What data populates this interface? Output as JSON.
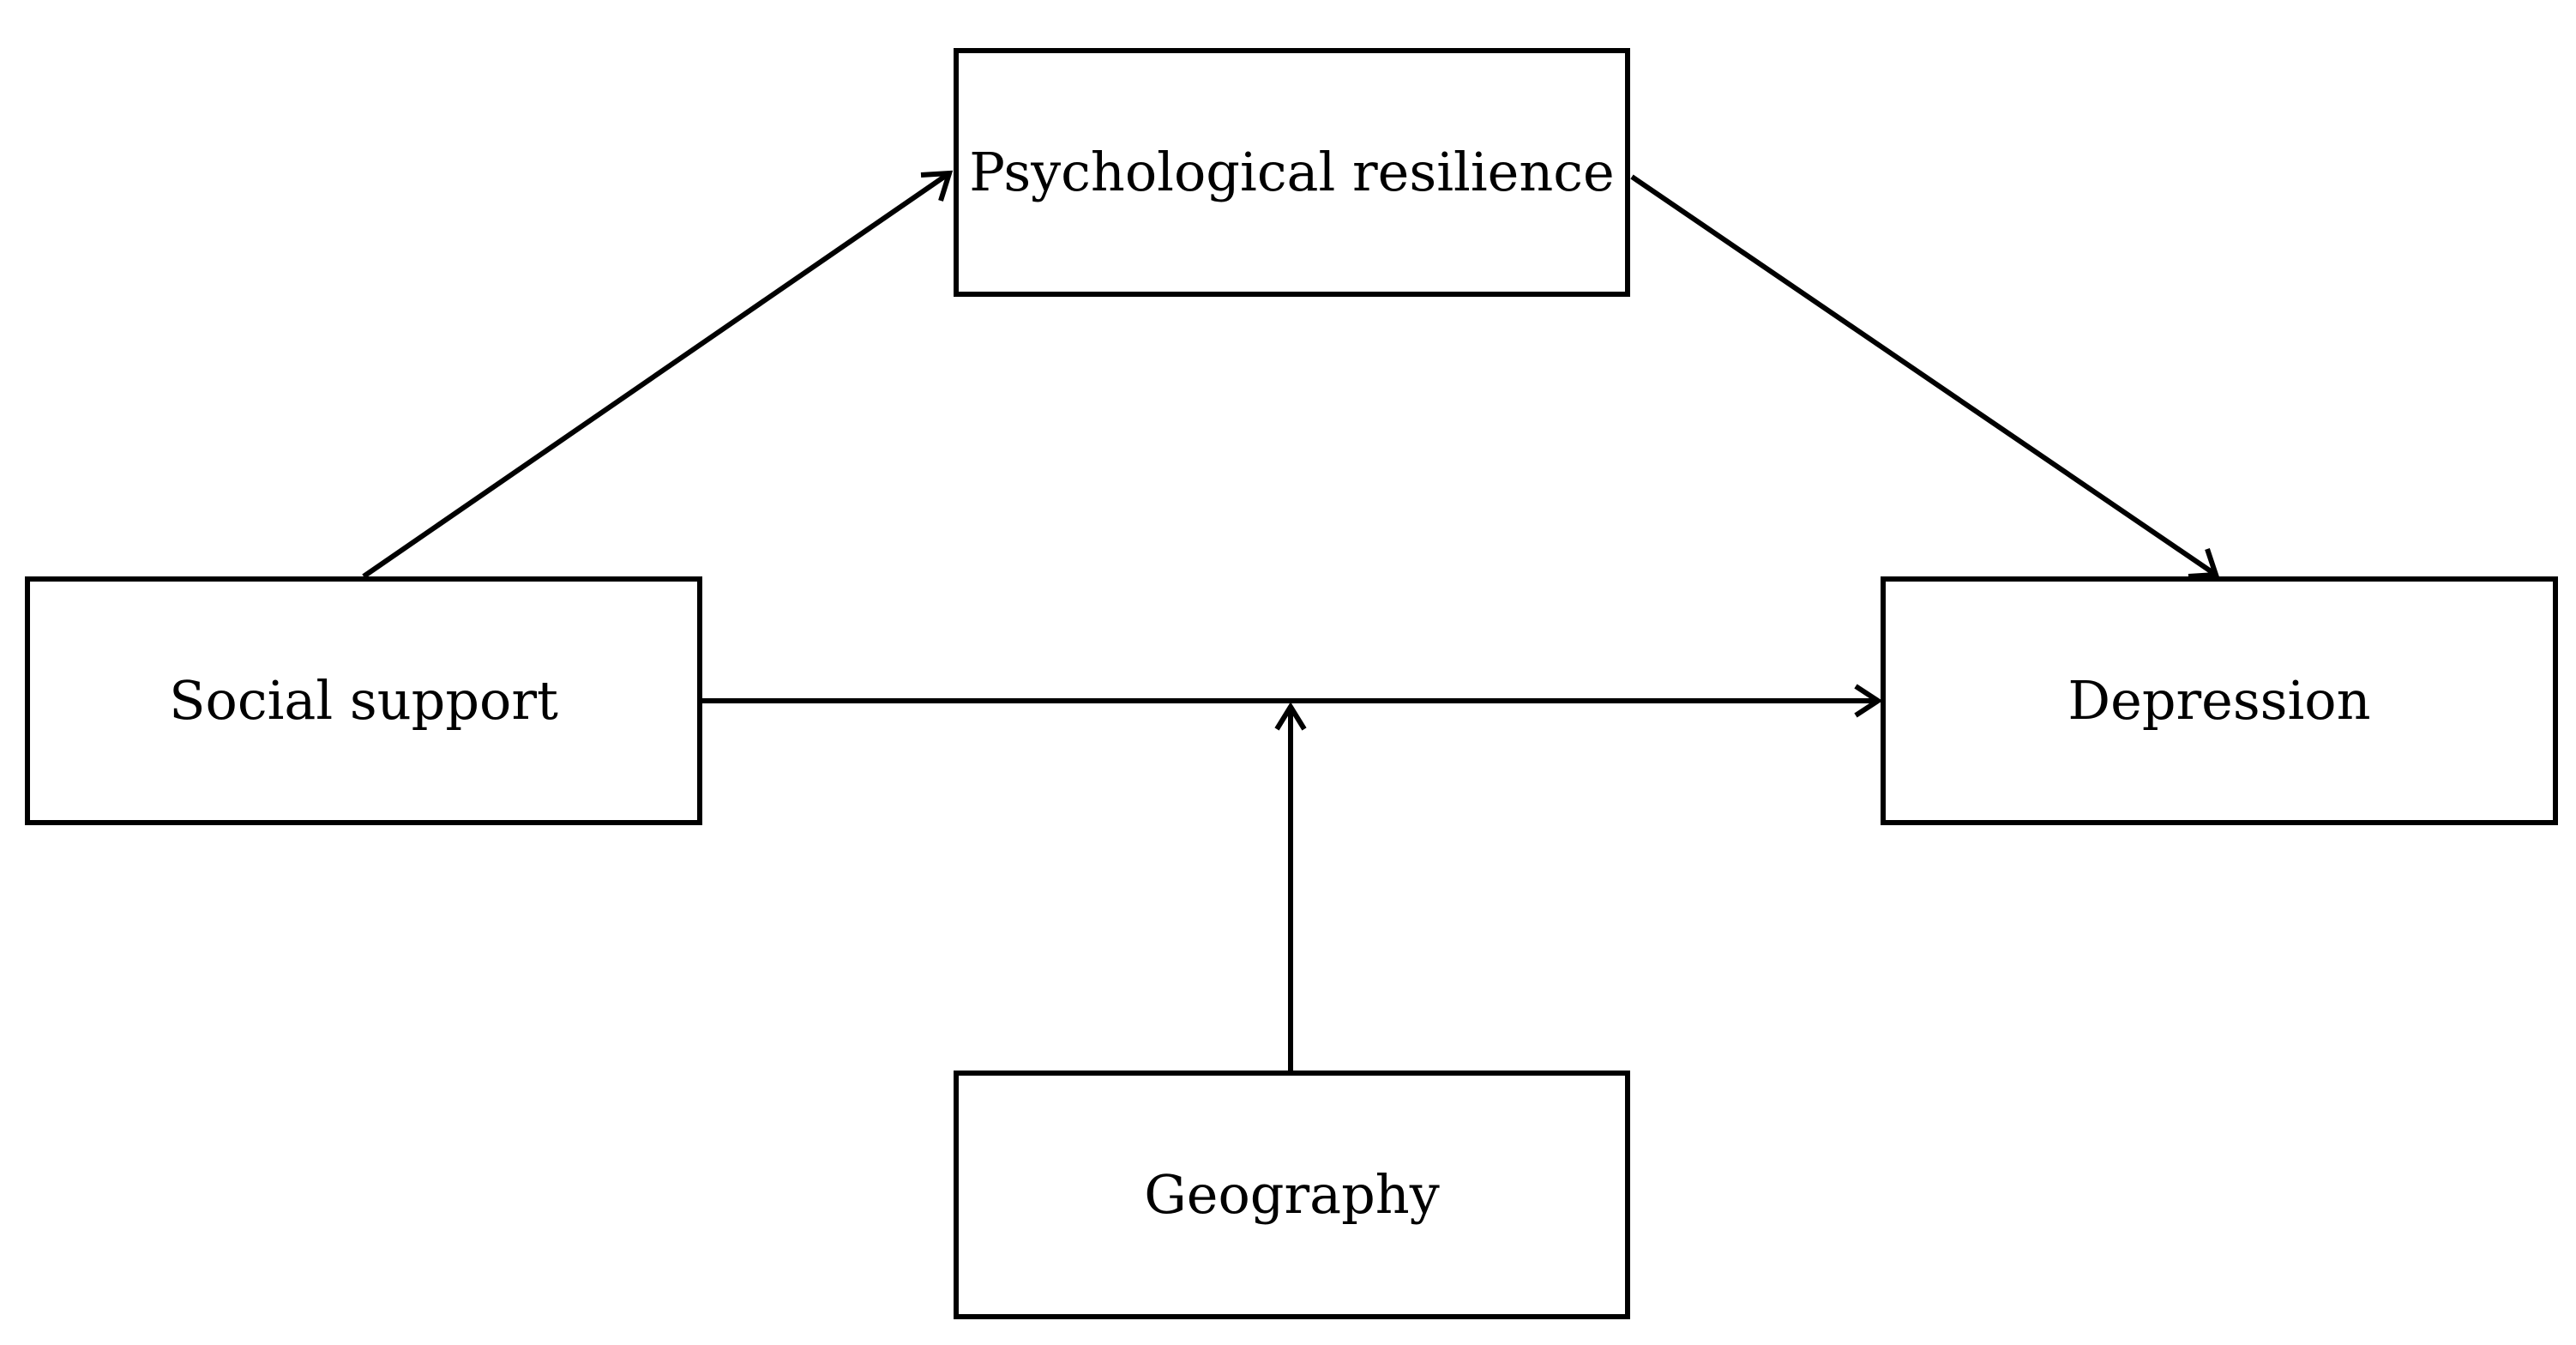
{
  "diagram": {
    "nodes": {
      "resilience": {
        "label": "Psychological resilience"
      },
      "social": {
        "label": "Social support"
      },
      "depression": {
        "label": "Depression"
      },
      "geography": {
        "label": "Geography"
      }
    },
    "edges": [
      {
        "from": "Social support",
        "to": "Psychological resilience"
      },
      {
        "from": "Psychological resilience",
        "to": "Depression"
      },
      {
        "from": "Social support",
        "to": "Depression"
      },
      {
        "from": "Geography",
        "to": "Social support → Depression path"
      }
    ],
    "colors": {
      "stroke": "#000000",
      "background": "#ffffff"
    }
  }
}
